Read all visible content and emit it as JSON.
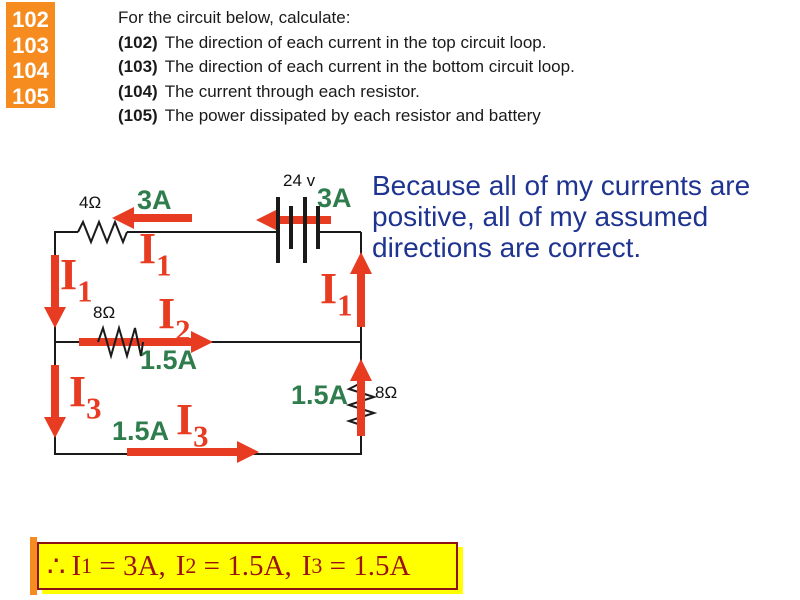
{
  "sidebar": {
    "numbers": [
      "102",
      "103",
      "104",
      "105"
    ],
    "bg_color": "#F68B1F"
  },
  "problem": {
    "title": "For the circuit below, calculate:",
    "items": [
      {
        "num": "(102)",
        "text": "The direction of each current in the top circuit loop."
      },
      {
        "num": "(103)",
        "text": "The direction of each current in the bottom circuit loop."
      },
      {
        "num": "(104)",
        "text": "The current through each resistor."
      },
      {
        "num": "(105)",
        "text": "The power dissipated by each resistor and battery"
      }
    ]
  },
  "note": {
    "lines": [
      "Because all of my currents are",
      "positive, all of my assumed",
      "directions are correct."
    ],
    "color": "#1E3490"
  },
  "circuit": {
    "labels": {
      "r_top": "4Ω",
      "r_mid": "8Ω",
      "r_right": "8Ω",
      "battery": "24 v"
    },
    "currents": {
      "i1": {
        "base": "I",
        "sub": "1"
      },
      "i2": {
        "base": "I",
        "sub": "2"
      },
      "i3": {
        "base": "I",
        "sub": "3"
      }
    },
    "values": {
      "top": "3A",
      "battery": "3A",
      "middle": "1.5A",
      "bottom": "1.5A",
      "right": "1.5A"
    },
    "colors": {
      "arrow": "#E73B22",
      "value_green": "#2F7C4D",
      "wire": "#1A1A1A"
    }
  },
  "conclusion": {
    "therefore": "∴",
    "parts": [
      {
        "base": "I",
        "sub": "1",
        "eq": " = 3A,"
      },
      {
        "base": "I",
        "sub": "2",
        "eq": " = 1.5A,"
      },
      {
        "base": "I",
        "sub": "3",
        "eq": " = 1.5A"
      }
    ],
    "text_color": "#9A1212",
    "bg_color": "#FFFF00",
    "border_color": "#8B1313"
  }
}
